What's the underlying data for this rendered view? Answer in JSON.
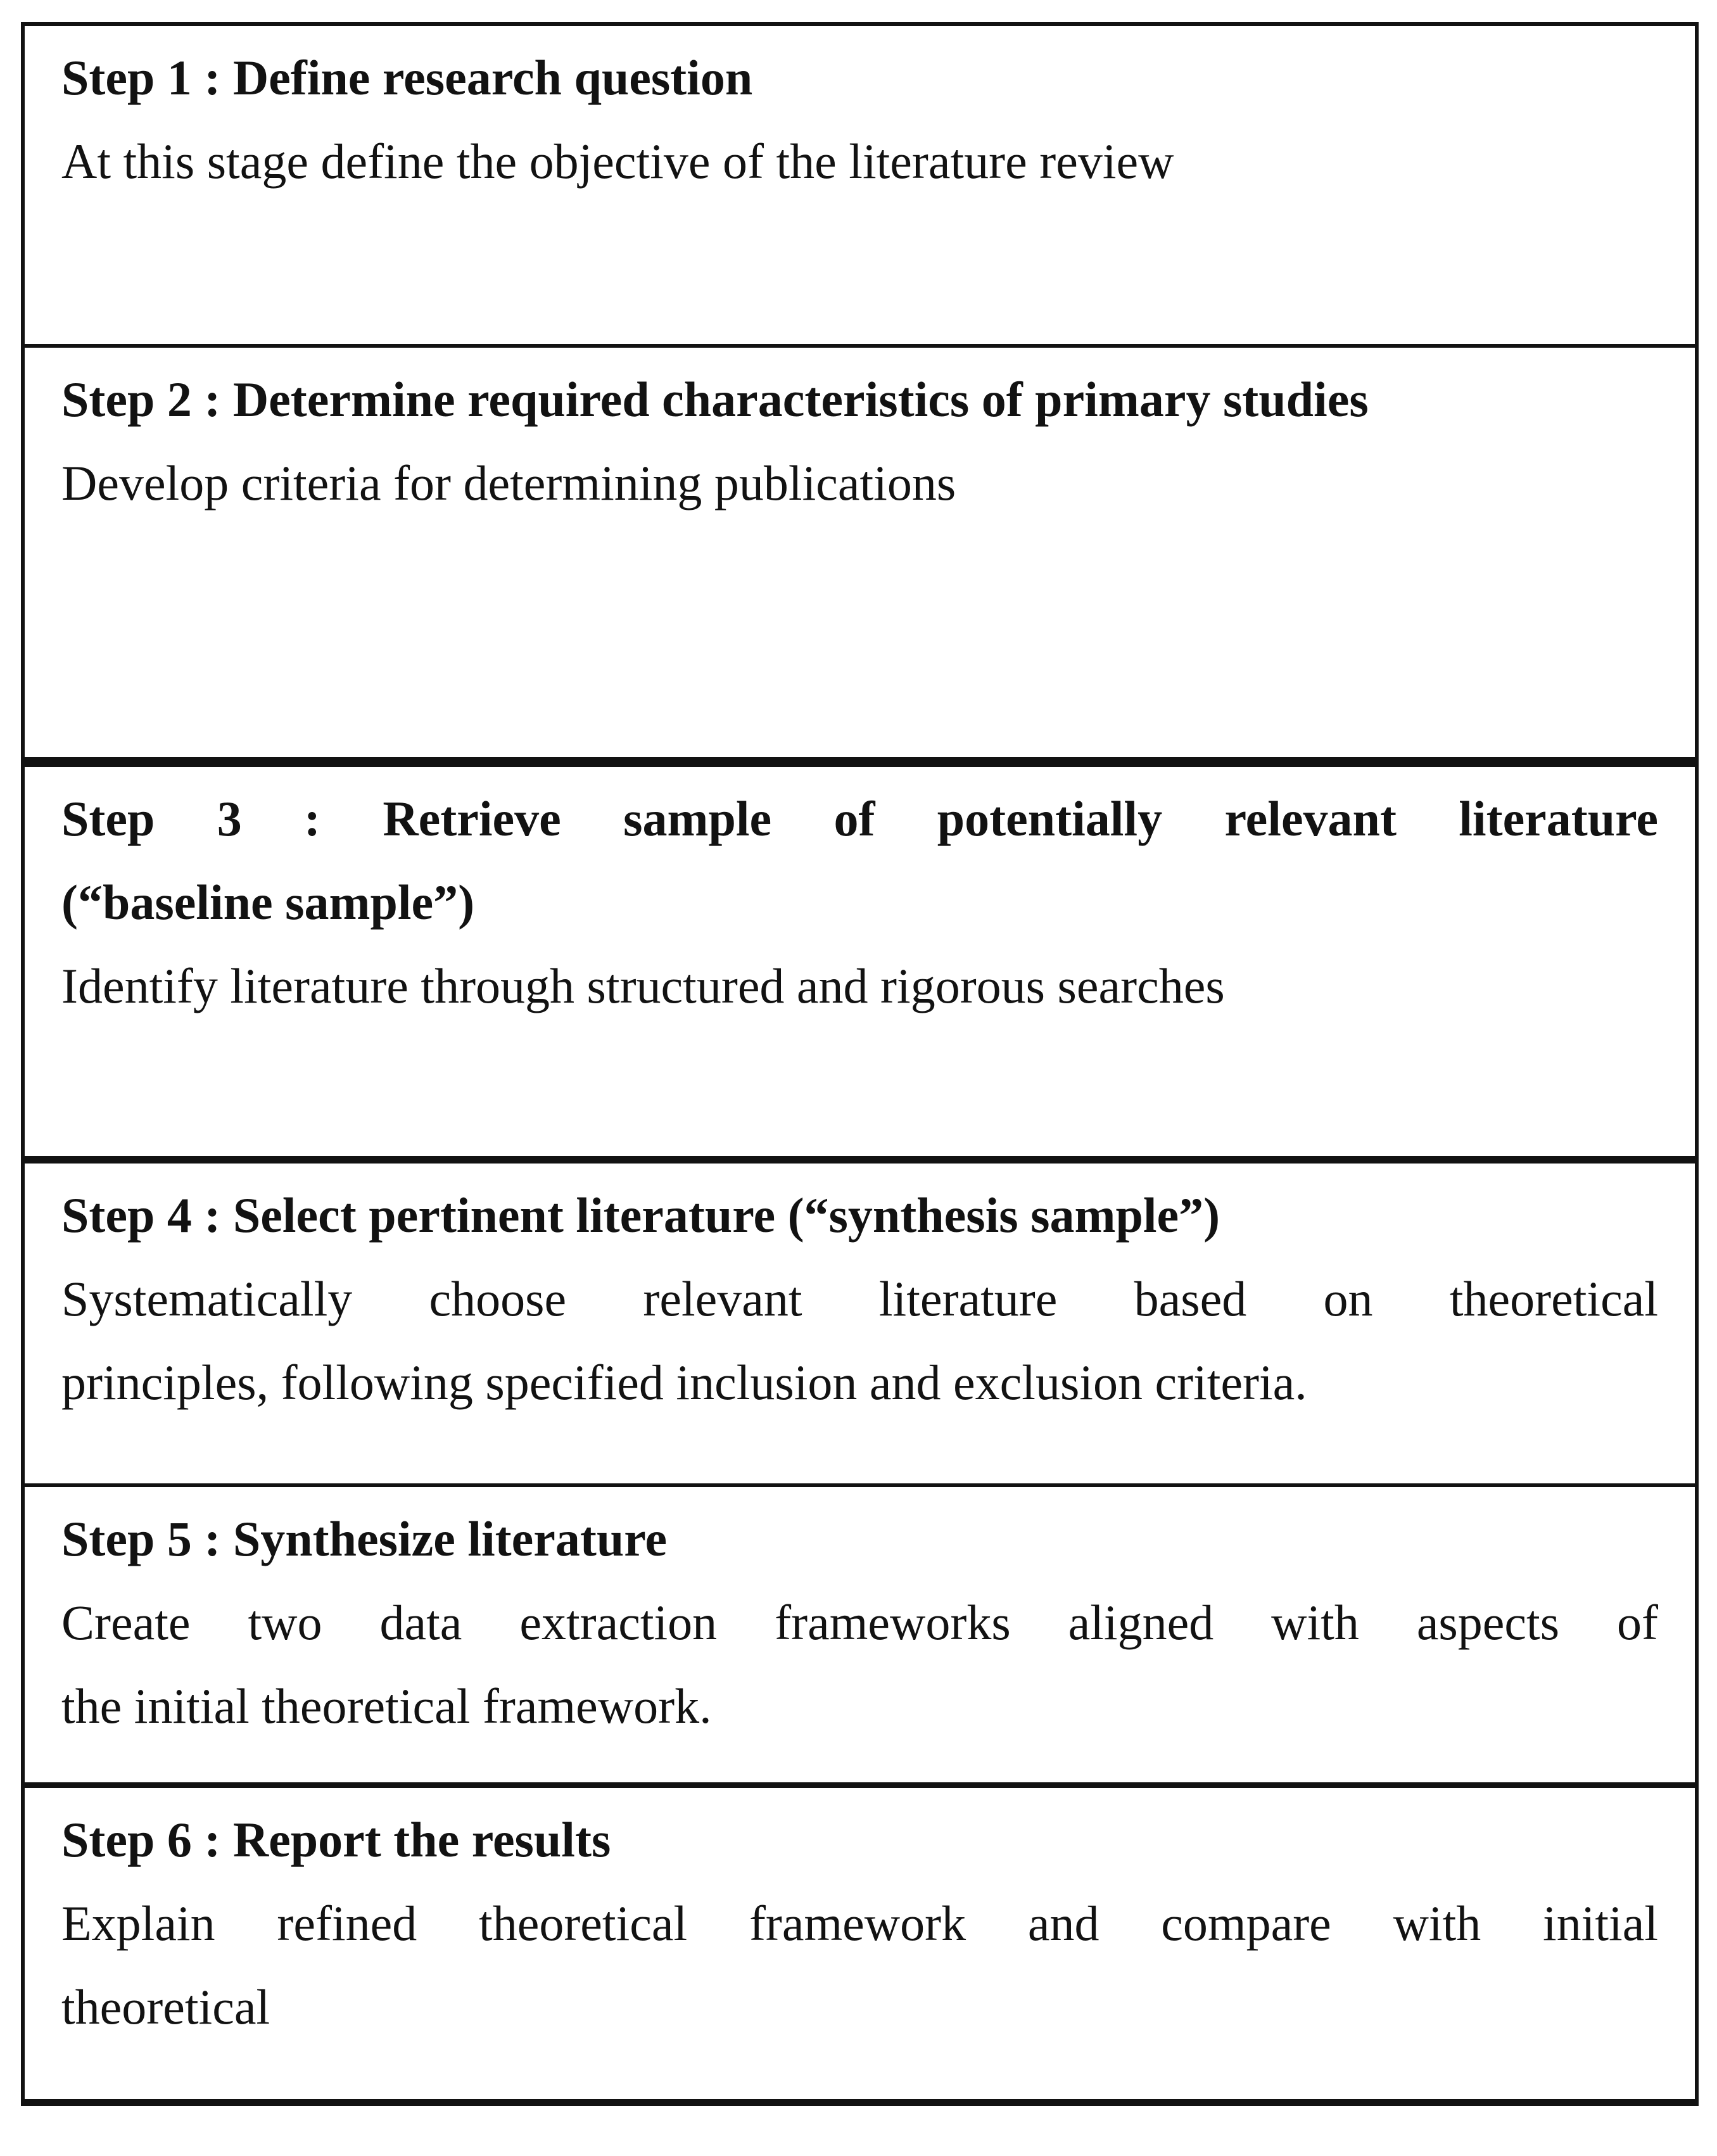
{
  "figure": {
    "description": "Six-step literature review process table",
    "colors": {
      "background": "#ffffff",
      "text": "#121212",
      "border": "#121212"
    }
  },
  "steps": [
    {
      "heading_lines": [
        {
          "text": "Step 1 : Define research question",
          "stretch": false
        }
      ],
      "body_lines": [
        {
          "text": "At this stage define the objective of the literature review",
          "stretch": false
        }
      ]
    },
    {
      "heading_lines": [
        {
          "text": "Step 2 : Determine required characteristics of primary studies",
          "stretch": false
        }
      ],
      "body_lines": [
        {
          "text": "Develop criteria for determining publications",
          "stretch": false
        }
      ]
    },
    {
      "heading_lines": [
        {
          "text": "Step 3 : Retrieve sample of potentially relevant literature",
          "stretch": true
        },
        {
          "text": "(“baseline sample”)",
          "stretch": false
        }
      ],
      "body_lines": [
        {
          "text": "Identify literature through structured and rigorous searches",
          "stretch": false
        }
      ]
    },
    {
      "heading_lines": [
        {
          "text": "Step 4 : Select pertinent literature (“synthesis sample”)",
          "stretch": false
        }
      ],
      "body_lines": [
        {
          "text": "Systematically choose relevant literature based on theoretical",
          "stretch": true
        },
        {
          "text": "principles, following specified inclusion and exclusion criteria.",
          "stretch": false
        }
      ]
    },
    {
      "heading_lines": [
        {
          "text": "Step 5 : Synthesize literature",
          "stretch": false
        }
      ],
      "body_lines": [
        {
          "text": "Create two data extraction frameworks aligned with aspects of",
          "stretch": true
        },
        {
          "text": "the initial theoretical framework.",
          "stretch": false
        }
      ]
    },
    {
      "heading_lines": [
        {
          "text": "Step 6 : Report the results",
          "stretch": false
        }
      ],
      "body_lines": [
        {
          "text": "Explain refined theoretical framework and compare with initial",
          "stretch": true
        },
        {
          "text": "theoretical",
          "stretch": false
        }
      ]
    }
  ]
}
